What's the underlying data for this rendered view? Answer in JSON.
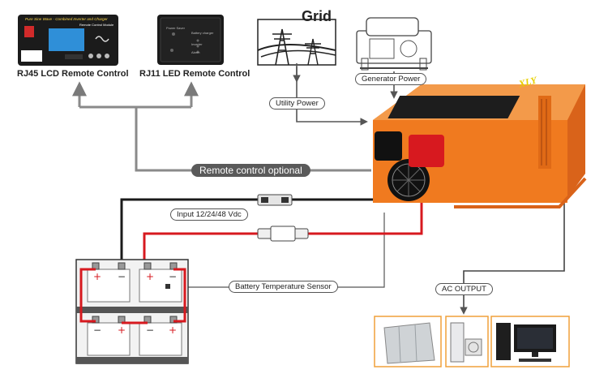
{
  "remotes": {
    "lcd_label": "RJ45 LCD Remote Control",
    "led_label": "RJ11 LED Remote Control",
    "lcd_screen_title": "Pure Sine Wave - Combined Inverter and Charger",
    "lcd_screen_subtitle": "Remote Control Module",
    "led_screen_items": [
      "Power Saver",
      "Battery charger",
      "Inverter",
      "Alarm"
    ]
  },
  "sources": {
    "grid_title": "Grid",
    "utility_power": "Utility Power",
    "generator_power": "Generator Power"
  },
  "inverter": {
    "brand": "XLY"
  },
  "connections": {
    "remote_optional": "Remote control optional",
    "input_dc": "Input 12/24/48 Vdc",
    "battery_temp_sensor": "Battery Temperature Sensor",
    "ac_output": "AC OUTPUT"
  },
  "loads": [
    "electrical-cabinet",
    "air-conditioner",
    "computer"
  ],
  "colors": {
    "inverter_orange": "#f07a1f",
    "positive_red": "#d7191f",
    "negative_black": "#1a1a1a",
    "grey_line": "#8a8a8a",
    "load_frame": "#f0a13a"
  }
}
